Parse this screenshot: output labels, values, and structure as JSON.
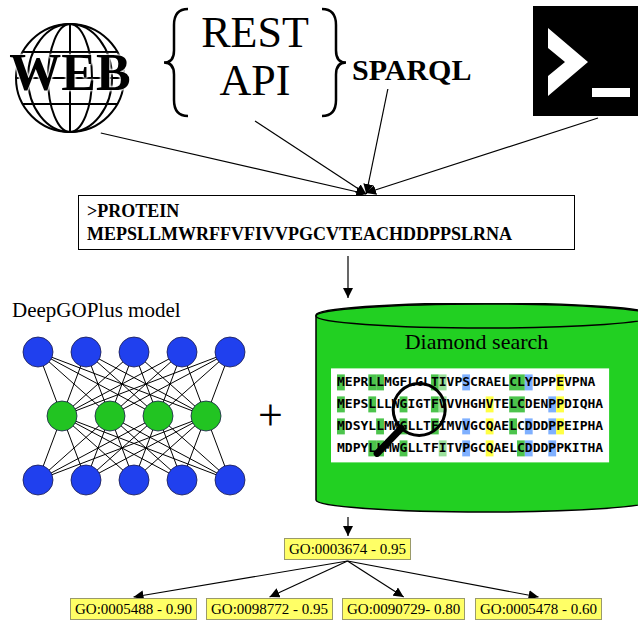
{
  "diagram": {
    "nodes": [
      {
        "text": [
          "WEB"
        ]
      },
      {
        "text": [
          "REST API"
        ]
      },
      {
        "text": [
          "SPARQL"
        ]
      },
      {
        "text": [
          ">PROTEIN",
          "MEPSLLMWRFFVFIVVPGCVTEACHDDPPSLRNA"
        ]
      },
      {
        "text": [
          "Diamond search",
          "MEPRLLMGFLGLTIVPSCRAELCLYDPPEVPNA",
          "MEPSLLLWGIGTFVVVHGHVTELCDENPPDIQHA",
          "MDSYLLMWGLLTFIMVVGCQAELCDDDPPEIPHA",
          "MDPYLLMWGLLTFITVPGCQAELCDDDPPKITHA"
        ]
      },
      {
        "text": [
          "GO:0003674 - 0.95"
        ]
      },
      {
        "text": [
          "GO:0005488 - 0.90"
        ]
      },
      {
        "text": [
          "GO:0098772 - 0.95"
        ]
      },
      {
        "text": [
          "GO:0090729- 0.80"
        ]
      },
      {
        "text": [
          "GO:0005478 - 0.60"
        ]
      }
    ],
    "edges": [
      {
        "from": 0,
        "to": 3,
        "arrow": "to"
      },
      {
        "from": 1,
        "to": 3,
        "arrow": "to"
      },
      {
        "from": 2,
        "to": 3,
        "arrow": "to"
      },
      {
        "from": 5,
        "to": 6,
        "arrow": "to"
      },
      {
        "from": 5,
        "to": 7,
        "arrow": "to"
      },
      {
        "from": 5,
        "to": 8,
        "arrow": "to"
      },
      {
        "from": 5,
        "to": 9,
        "arrow": "to"
      }
    ],
    "labels": [
      "DeepGOPlus model",
      "+"
    ]
  }
}
